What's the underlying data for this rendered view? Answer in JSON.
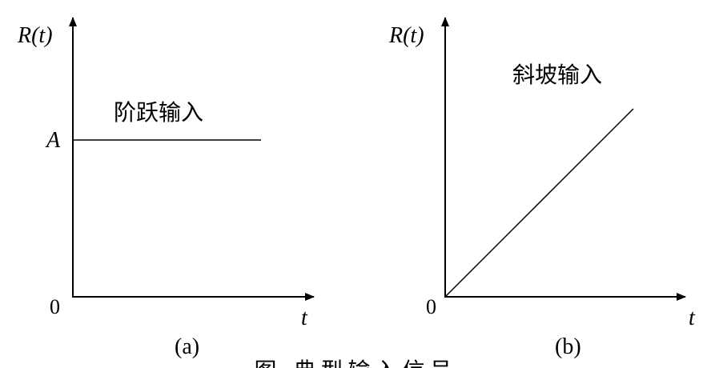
{
  "panel_a": {
    "y_axis_label": "R(t)",
    "x_axis_label": "t",
    "origin_label": "0",
    "level_label": "A",
    "curve_label": "阶跃输入",
    "panel_label": "(a)"
  },
  "panel_b": {
    "y_axis_label": "R(t)",
    "x_axis_label": "t",
    "origin_label": "0",
    "curve_label": "斜坡输入",
    "panel_label": "(b)"
  },
  "figure_caption": "图 典型输入信号"
}
